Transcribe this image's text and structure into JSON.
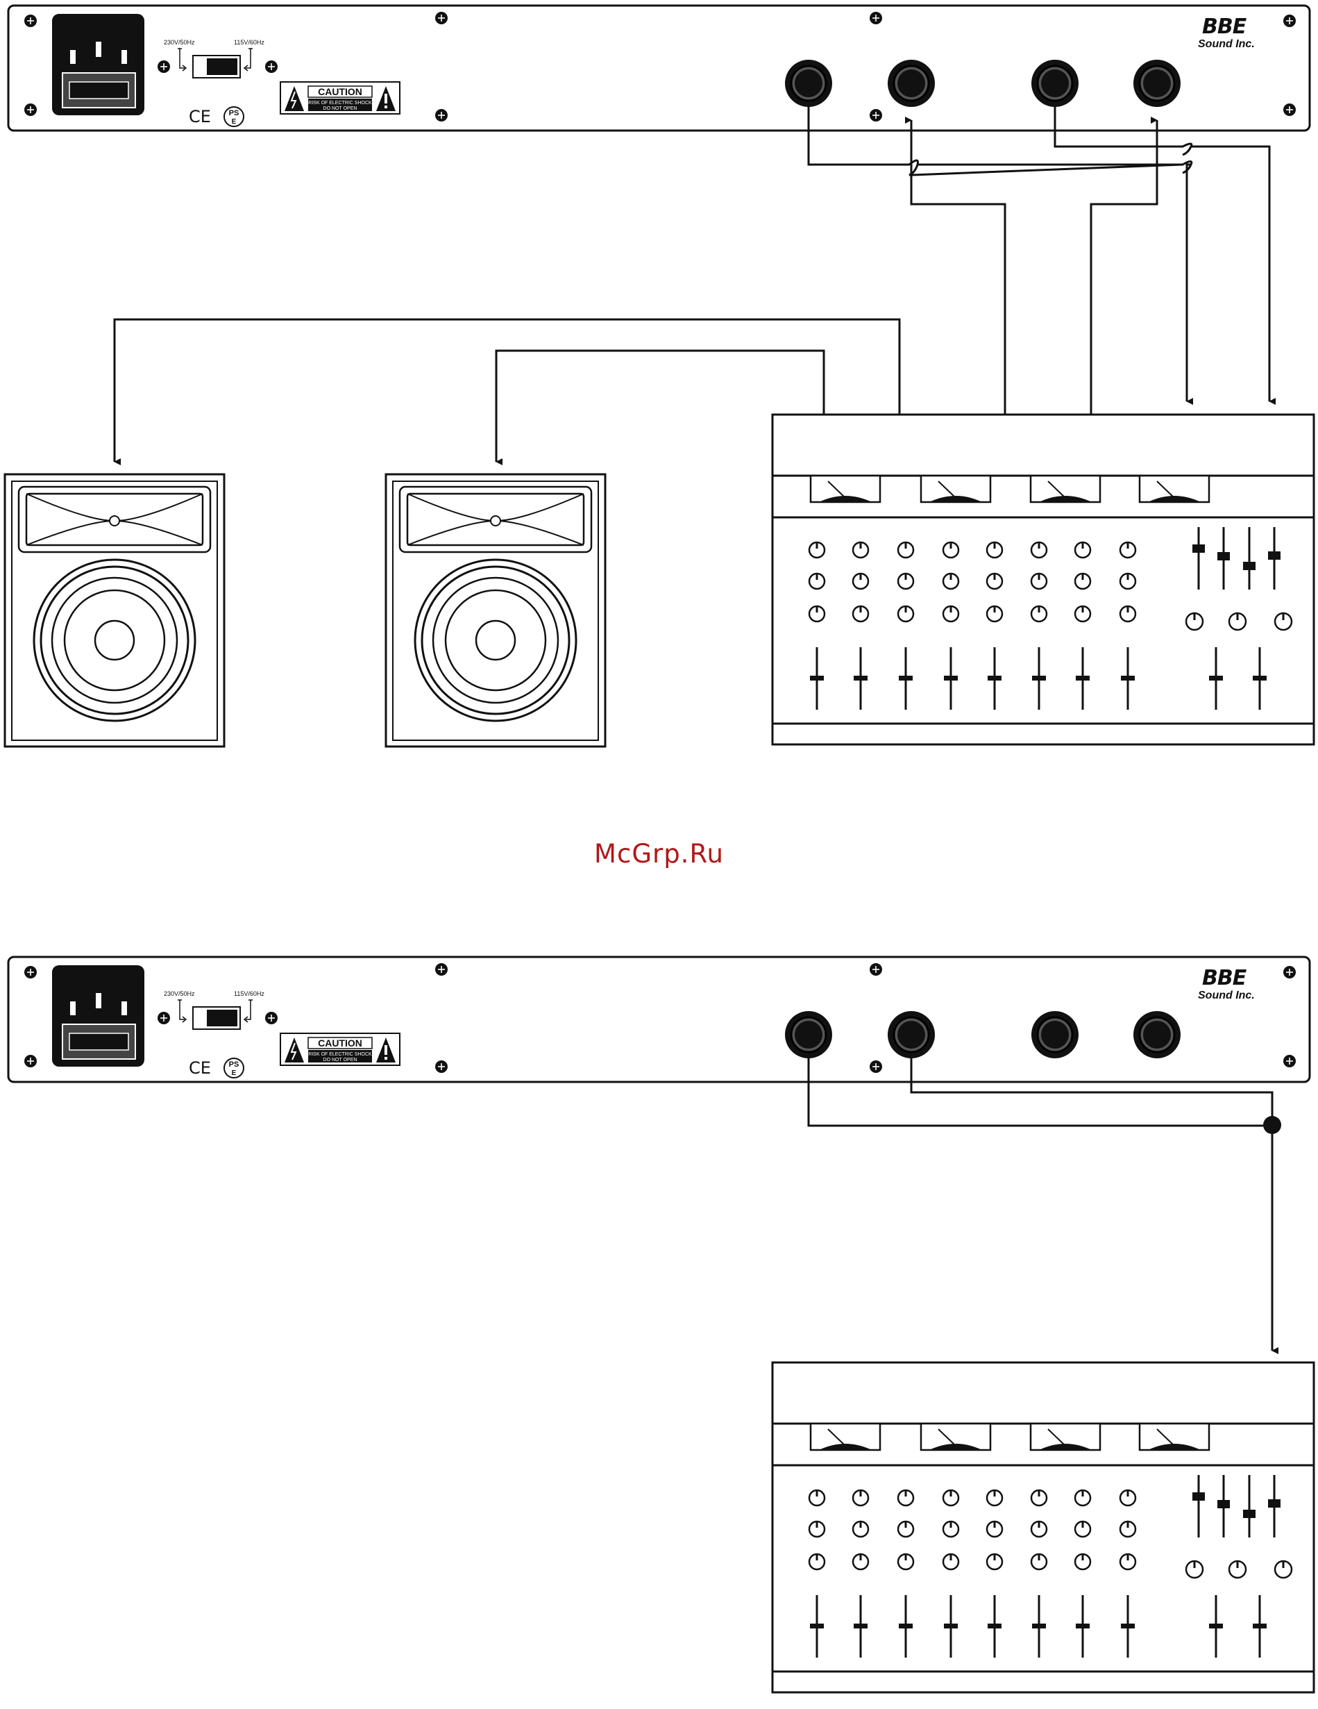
{
  "colors": {
    "ink": "#111111",
    "paper": "#ffffff",
    "watermark": "#b11717"
  },
  "watermark": "McGrp.Ru",
  "rack_unit": {
    "brand_logo": "BBE",
    "brand_name": "Sound Inc.",
    "voltage_230": "230V/50Hz",
    "voltage_115": "115V/60Hz",
    "caution": {
      "title": "CAUTION",
      "line1": "RISK OF ELECTRIC SHOCK",
      "line2": "DO NOT OPEN"
    },
    "ce_mark": "CE",
    "pse_mark": "PS",
    "pse_sub": "E",
    "icons": [
      "iec-power-inlet-icon",
      "voltage-selector-switch",
      "screw-icon",
      "lightning-warning-icon",
      "exclamation-warning-icon",
      "jack-socket-icon"
    ]
  },
  "mixer": {
    "icons": [
      "vu-meter-icon",
      "knob-icon",
      "fader-icon"
    ]
  },
  "speaker": {
    "icons": [
      "horn-tweeter-icon",
      "woofer-cone-icon"
    ]
  },
  "diagrams": [
    {
      "id": "top",
      "description_visible": false,
      "elements": [
        "rack-unit",
        "two-speakers",
        "mixer",
        "four-cable-connection"
      ]
    },
    {
      "id": "bottom",
      "elements": [
        "rack-unit",
        "mixer",
        "y-split-connection"
      ]
    }
  ]
}
